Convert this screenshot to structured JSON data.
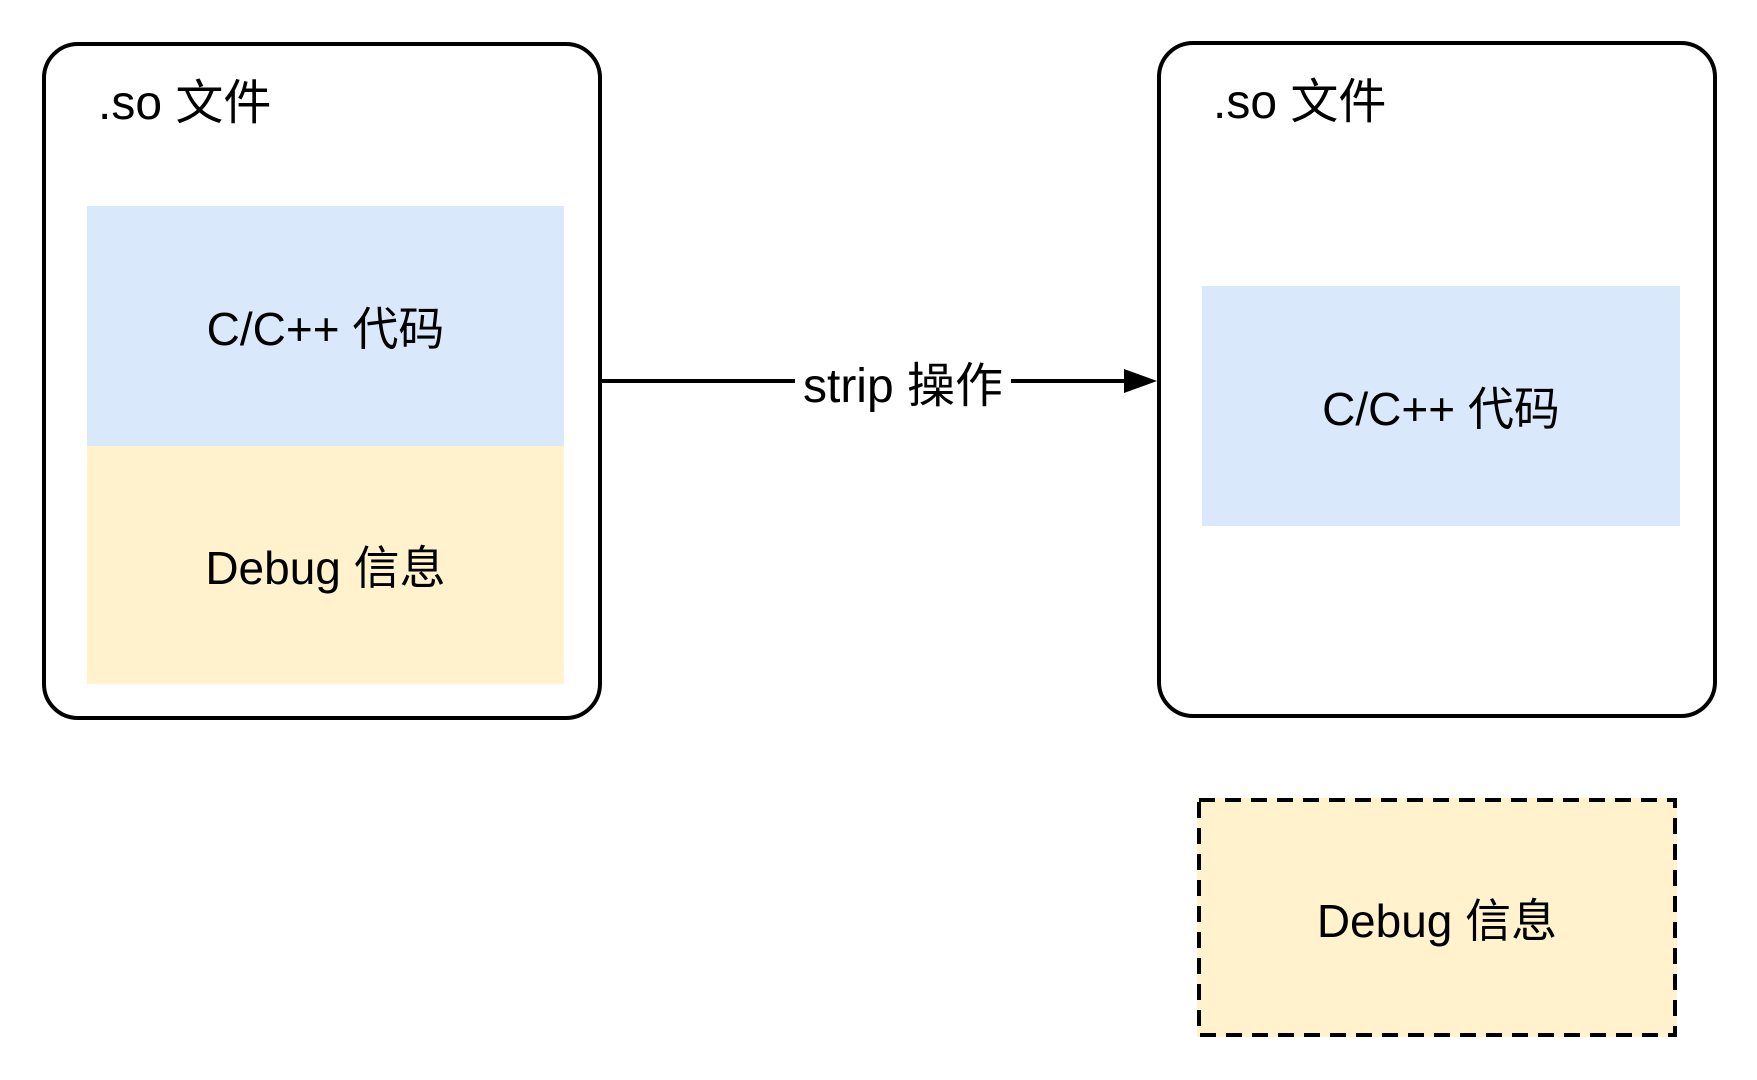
{
  "diagram": {
    "left_file": {
      "title": ".so 文件",
      "code_block": {
        "label": "C/C++ 代码"
      },
      "debug_block": {
        "label": "Debug 信息"
      }
    },
    "arrow": {
      "label": "strip 操作"
    },
    "right_file": {
      "title": ".so 文件",
      "code_block": {
        "label": "C/C++ 代码"
      }
    },
    "detached_debug_block": {
      "label": "Debug 信息"
    },
    "colors": {
      "code_fill": "#dae8fc",
      "debug_fill": "#fff2cc",
      "stroke": "#000000",
      "background": "#ffffff"
    }
  }
}
